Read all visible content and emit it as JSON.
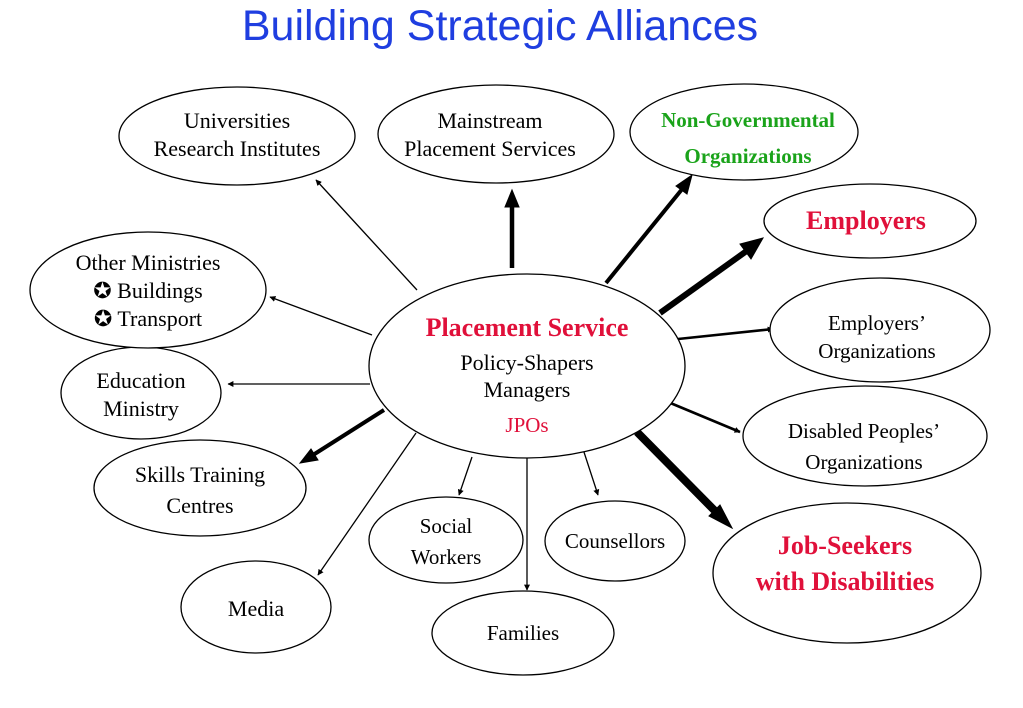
{
  "title": "Building Strategic Alliances",
  "colors": {
    "title": "#1f3ee0",
    "emphasis_red": "#e0103a",
    "ngo_green": "#1aa31a",
    "line": "#000000",
    "text": "#000000"
  },
  "center": {
    "heading": "Placement Service",
    "line1": "Policy-Shapers",
    "line2": "Managers",
    "line3": "JPOs"
  },
  "nodes": {
    "universities": {
      "line1": "Universities",
      "line2": "Research Institutes"
    },
    "mainstream": {
      "line1": "Mainstream",
      "line2": "Placement Services"
    },
    "ngo": {
      "line1": "Non-Governmental",
      "line2": "Organizations"
    },
    "employers": {
      "line1": "Employers"
    },
    "employers_orgs": {
      "line1": "Employers’",
      "line2": "Organizations"
    },
    "disabled_orgs": {
      "line1": "Disabled Peoples’",
      "line2": "Organizations"
    },
    "jobseekers": {
      "line1": "Job-Seekers",
      "line2": "with Disabilities"
    },
    "counsellors": {
      "line1": "Counsellors"
    },
    "families": {
      "line1": "Families"
    },
    "social_workers": {
      "line1": "Social",
      "line2": "Workers"
    },
    "media": {
      "line1": "Media"
    },
    "skills": {
      "line1": "Skills Training",
      "line2": "Centres"
    },
    "education": {
      "line1": "Education",
      "line2": "Ministry"
    },
    "other_ministries": {
      "line1": "Other Ministries",
      "line2": "✪ Buildings",
      "line3": "✪ Transport"
    }
  }
}
